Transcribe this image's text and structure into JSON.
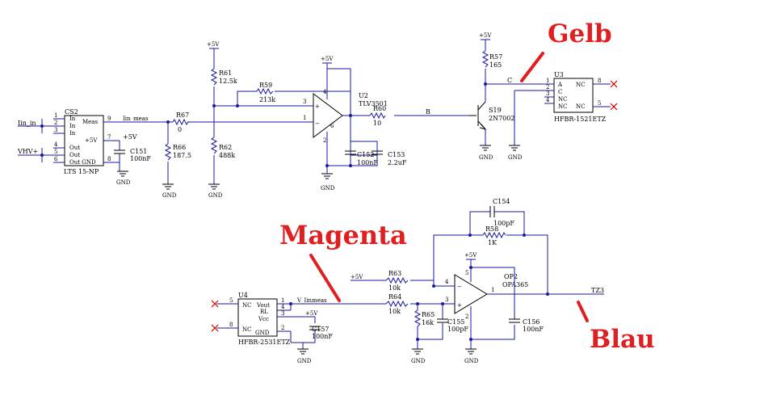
{
  "annotations": {
    "gelb": "Gelb",
    "magenta": "Magenta",
    "blau": "Blau"
  },
  "nets": {
    "iin_in": "Iin_in",
    "vhv": "VHV+",
    "iin_meas": "Iin_meas",
    "c": "C",
    "b": "B",
    "v_iinmeas": "V_Iinmeas",
    "tz3": "TZ3"
  },
  "power": {
    "plus5v": "+5V",
    "gnd": "GND"
  },
  "cs2": {
    "ref": "CS2",
    "value": "LTS 15-NP",
    "pins": {
      "in": "In",
      "out": "Out",
      "meas": "Meas",
      "vplus": "+5V",
      "outgnd": "Out GND"
    },
    "pin_numbers": {
      "p1": "1",
      "p2": "2",
      "p3": "3",
      "p4": "4",
      "p5": "5",
      "p6": "6",
      "p7": "7",
      "p8": "8",
      "p9": "9"
    }
  },
  "components": {
    "r67": {
      "ref": "R67",
      "value": "0"
    },
    "r66": {
      "ref": "R66",
      "value": "187.5"
    },
    "r61": {
      "ref": "R61",
      "value": "12.5k"
    },
    "r62": {
      "ref": "R62",
      "value": "488k"
    },
    "r59": {
      "ref": "R59",
      "value": "213k"
    },
    "r60": {
      "ref": "R60",
      "value": "10"
    },
    "r57": {
      "ref": "R57",
      "value": "165"
    },
    "c151": {
      "ref": "C151",
      "value": "100nF"
    },
    "c152": {
      "ref": "C152",
      "value": "100nF"
    },
    "c153": {
      "ref": "C153",
      "value": "2.2uF"
    },
    "s19": {
      "ref": "S19",
      "value": "2N7002"
    },
    "r63": {
      "ref": "R63",
      "value": "10k"
    },
    "r64": {
      "ref": "R64",
      "value": "10k"
    },
    "r65": {
      "ref": "R65",
      "value": "16k"
    },
    "r58": {
      "ref": "R58",
      "value": "1K"
    },
    "c154": {
      "ref": "C154",
      "value": "100pF"
    },
    "c155": {
      "ref": "C155",
      "value": "100pF"
    },
    "c156": {
      "ref": "C156",
      "value": "100nF"
    },
    "c157": {
      "ref": "C157",
      "value": "100nF"
    }
  },
  "u2": {
    "ref": "U2",
    "value": "TLV3501",
    "pin_numbers": {
      "p1": "1",
      "p2": "2",
      "p3": "3",
      "p4": "4",
      "p6": "6"
    }
  },
  "op2": {
    "ref": "OP2",
    "value": "OPA365",
    "pin_numbers": {
      "p1": "1",
      "p2": "2",
      "p3": "3",
      "p4": "4",
      "p5": "5"
    }
  },
  "u3": {
    "ref": "U3",
    "value": "HFBR-1521ETZ",
    "pins": {
      "a": "A",
      "c": "C",
      "nc": "NC"
    },
    "pin_numbers": {
      "p1": "1",
      "p2": "2",
      "p3": "3",
      "p4": "4",
      "p5": "5",
      "p8": "8"
    }
  },
  "u4": {
    "ref": "U4",
    "value": "HFBR-2531ETZ",
    "pins": {
      "nc": "NC",
      "vout": "Vout",
      "rl": "RL",
      "vcc": "Vcc",
      "gnd": "GND"
    },
    "pin_numbers": {
      "p1": "1",
      "p2": "2",
      "p3": "3",
      "p4": "4",
      "p5": "5",
      "p8": "8"
    }
  }
}
